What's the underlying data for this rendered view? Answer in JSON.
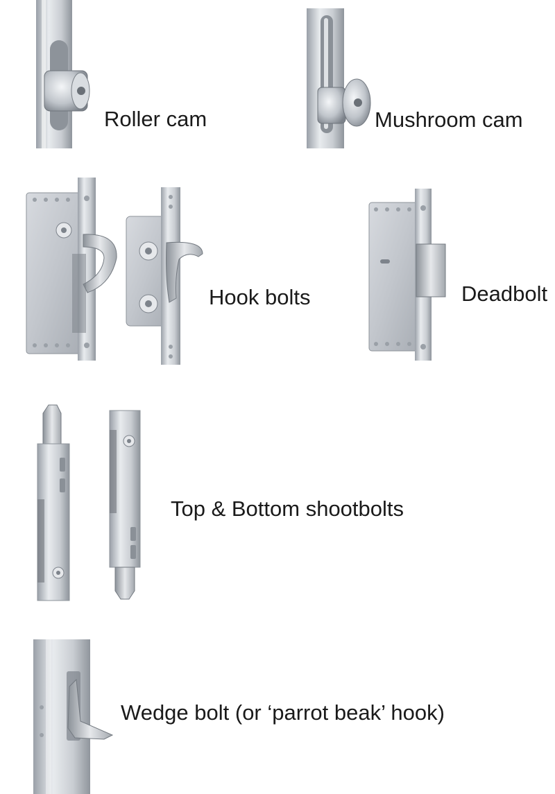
{
  "labels": {
    "roller_cam": "Roller cam",
    "mushroom_cam": "Mushroom cam",
    "hook_bolts": "Hook bolts",
    "deadbolt": "Deadbolt",
    "shootbolts": "Top & Bottom shootbolts",
    "wedge_bolt": "Wedge bolt (or ‘parrot beak’ hook)"
  },
  "colors": {
    "background": "#ffffff",
    "text": "#1a1a1a",
    "steel_light": "#e3e6ea",
    "steel_mid": "#b9bec5",
    "steel_dark": "#7d838b",
    "zinc_plate": "#c8ccd2"
  }
}
